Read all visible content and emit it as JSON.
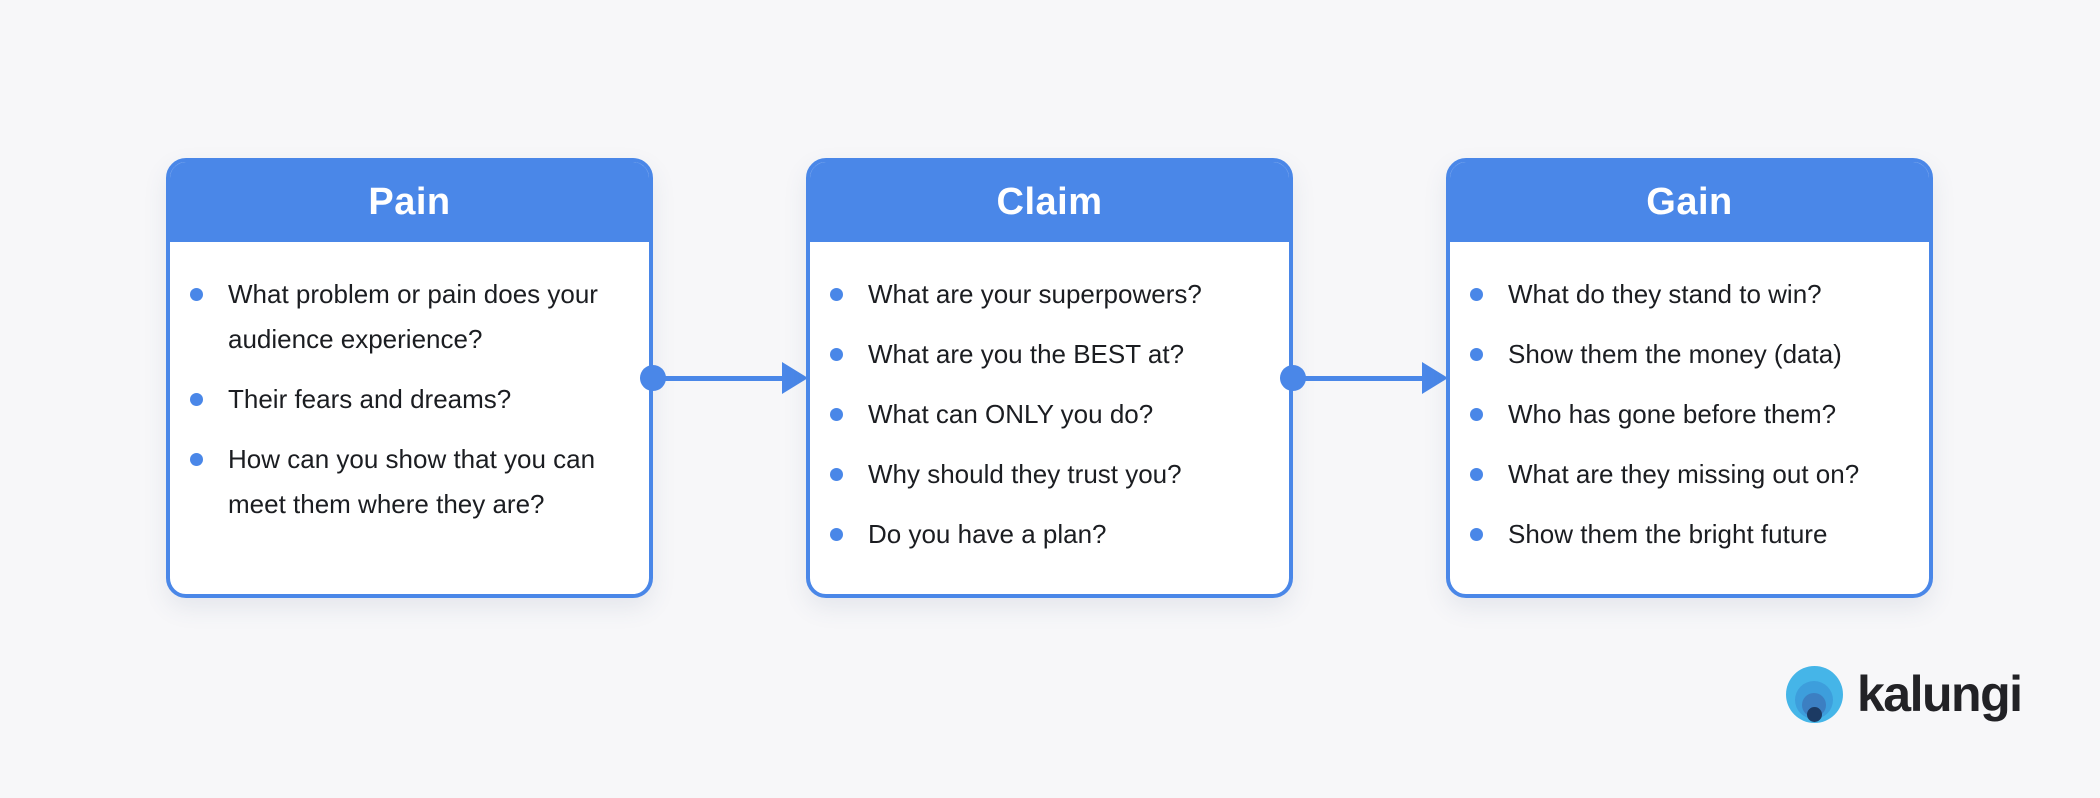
{
  "page": {
    "background": "#f7f7f9"
  },
  "colors": {
    "accent": "#4a87e8",
    "card_background": "#ffffff",
    "body_text": "#1b1d21",
    "header_text": "#ffffff",
    "logo_text": "#222226",
    "logo_mark_outer": "#45b5e8",
    "logo_mark_middle": "#3d9edc",
    "logo_mark_inner": "#3c7fc2",
    "logo_mark_dot": "#1c3a63"
  },
  "flow": {
    "cards": [
      {
        "title": "Pain",
        "items": [
          "What problem or pain does your audience experience?",
          "Their fears and dreams?",
          "How can you show that you can meet them where they are?"
        ]
      },
      {
        "title": "Claim",
        "items": [
          "What are your superpowers?",
          "What are you the BEST at?",
          "What can ONLY you do?",
          "Why should they trust you?",
          "Do you have a plan?"
        ]
      },
      {
        "title": "Gain",
        "items": [
          "What do they stand to win?",
          "Show them the money (data)",
          "Who has gone before them?",
          "What are they missing out on?",
          "Show them the bright future"
        ]
      }
    ]
  },
  "logo": {
    "text": "kalungi"
  }
}
